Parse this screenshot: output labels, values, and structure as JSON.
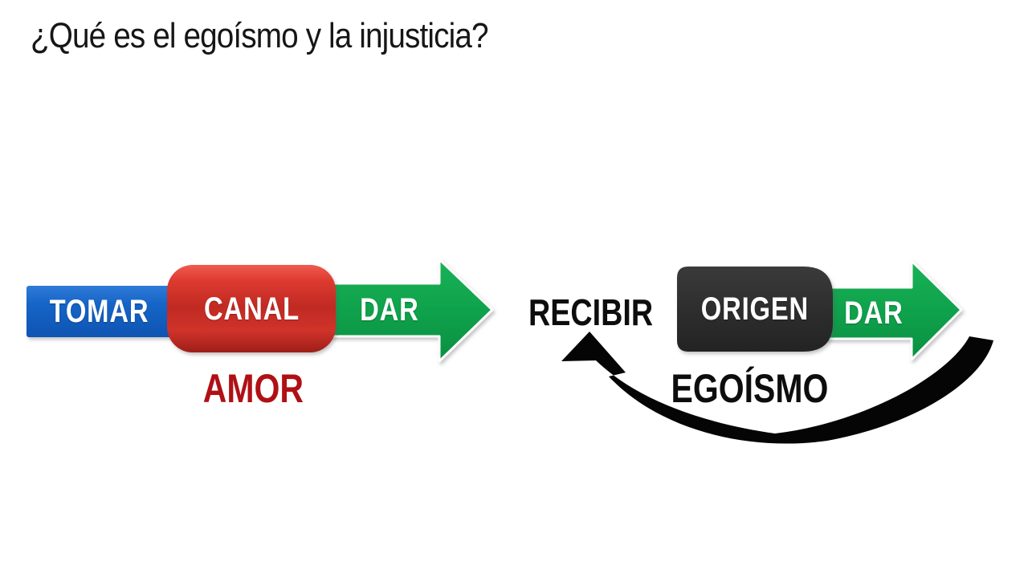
{
  "slide": {
    "title": "¿Qué es el egoísmo y la injusticia?"
  },
  "colors": {
    "blue": "#1565C8",
    "green": "#0FA24C",
    "red": "#D33126",
    "dark_box": "#2D2D2D",
    "curved_arrow_black": "#050505",
    "amor_text_red": "#B01015",
    "caption_black": "#0d0d0d",
    "label_white": "#FFFFFF"
  },
  "left_diagram": {
    "take_label": "TOMAR",
    "channel_label": "CANAL",
    "give_label": "DAR",
    "caption": "AMOR"
  },
  "right_diagram": {
    "receive_label": "RECIBIR",
    "origin_label": "ORIGEN",
    "give_label": "DAR",
    "caption": "EGOÍSMO"
  }
}
